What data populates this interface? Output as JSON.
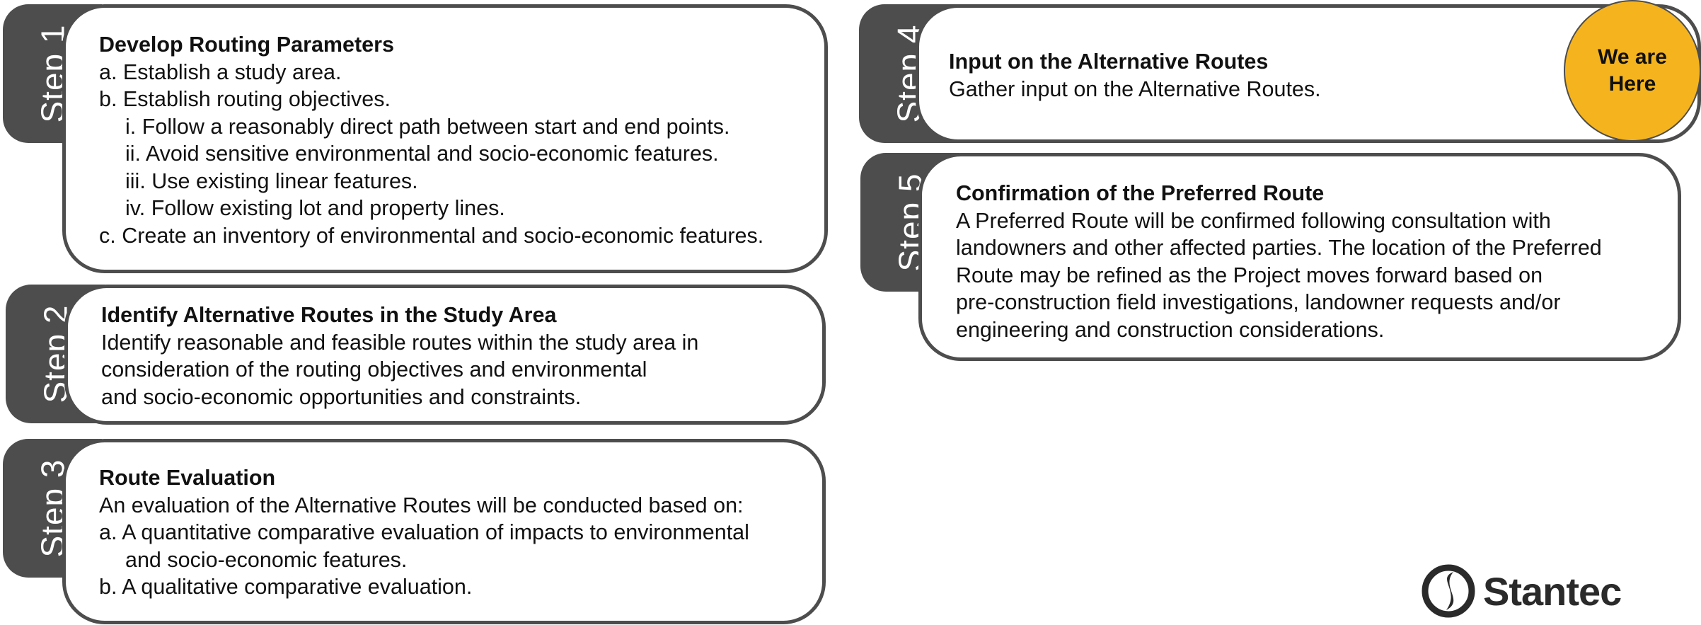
{
  "steps": {
    "s1": {
      "tab": "Step 1",
      "title": "Develop Routing Parameters",
      "lines": [
        "a. Establish a study area.",
        "b. Establish routing objectives.",
        "i. Follow a reasonably direct path between start and end points.",
        "ii. Avoid sensitive environmental and socio-economic features.",
        "iii. Use existing linear features.",
        "iv. Follow existing lot and property lines.",
        "c. Create an inventory of environmental and socio-economic features."
      ]
    },
    "s2": {
      "tab": "Step 2",
      "title": "Identify Alternative Routes in the Study Area",
      "lines": [
        "Identify reasonable and feasible routes within the study area in",
        "consideration of the routing objectives and environmental",
        "and socio-economic opportunities and constraints."
      ]
    },
    "s3": {
      "tab": "Step 3",
      "title": "Route Evaluation",
      "lines": [
        "An evaluation of the Alternative Routes will be conducted based on:",
        "a. A quantitative comparative evaluation of impacts to environmental",
        "and socio-economic features.",
        "b. A qualitative comparative evaluation."
      ]
    },
    "s4": {
      "tab": "Step 4",
      "title": "Input on the Alternative Routes",
      "lines": [
        "Gather input on the Alternative Routes."
      ]
    },
    "s5": {
      "tab": "Step 5",
      "title": "Confirmation of the Preferred Route",
      "lines": [
        "A Preferred Route will be confirmed following consultation with",
        "landowners and other affected parties. The location of the Preferred",
        "Route may be refined as the Project moves forward based on",
        "pre-construction field investigations, landowner requests and/or",
        "engineering and construction considerations."
      ]
    }
  },
  "badge": {
    "line1": "We are",
    "line2": "Here"
  },
  "logo": {
    "text": "Stantec"
  },
  "colors": {
    "tab": "#4d4d4d",
    "border": "#4d4d4d",
    "badge": "#f5b41e"
  }
}
